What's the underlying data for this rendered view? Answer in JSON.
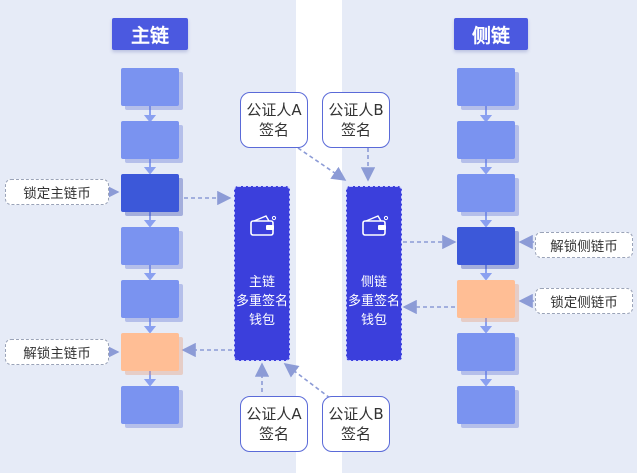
{
  "main_chain": {
    "title": "主链",
    "lock_label": "锁定主链币",
    "unlock_label": "解锁主链币"
  },
  "side_chain": {
    "title": "侧链",
    "unlock_label": "解锁侧链币",
    "lock_label": "锁定侧链币"
  },
  "main_wallet": {
    "line1": "主链",
    "line2": "多重签名",
    "line3": "钱包"
  },
  "side_wallet": {
    "line1": "侧链",
    "line2": "多重签名",
    "line3": "钱包"
  },
  "signers": {
    "top_a": {
      "line1": "公证人A",
      "line2": "签名"
    },
    "top_b": {
      "line1": "公证人B",
      "line2": "签名"
    },
    "bottom_a": {
      "line1": "公证人A",
      "line2": "签名"
    },
    "bottom_b": {
      "line1": "公证人B",
      "line2": "签名"
    }
  },
  "colors": {
    "block": "#7a93f0",
    "block_active": "#3c58d9",
    "block_highlight": "#ffbe95",
    "wallet": "#3b3fdc",
    "title_bg": "#4b59e0"
  }
}
